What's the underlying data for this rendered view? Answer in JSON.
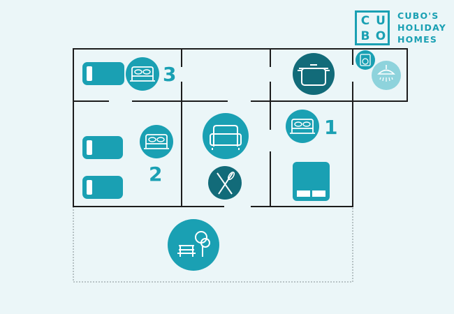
{
  "brand": {
    "letters": [
      "C",
      "U",
      "B",
      "O"
    ],
    "line1": "CUBO'S",
    "line2": "HOLIDAY",
    "line3": "HOMES"
  },
  "rooms": {
    "bedroom_a_number": "3",
    "bedroom_b_number": "2",
    "bedroom_c_number": "1"
  },
  "colors": {
    "teal": "#1aa0b3",
    "dark_teal": "#126b79",
    "light_teal": "#8ed3dc",
    "wall": "#1c1c1c",
    "background": "#ebf6f8"
  },
  "icons": [
    "single-bed-icon",
    "double-bed-icon",
    "cooking-pot-icon",
    "washing-machine-icon",
    "shower-icon",
    "sofa-icon",
    "cutlery-icon",
    "stove-icon",
    "garden-bench-icon"
  ]
}
